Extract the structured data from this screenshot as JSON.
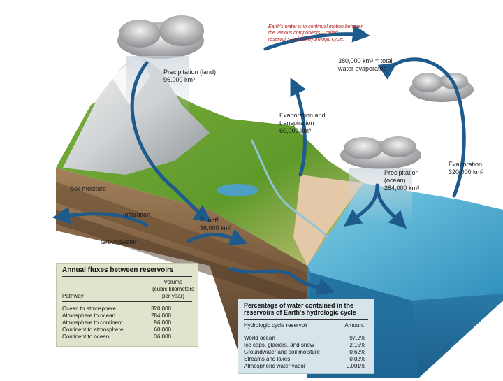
{
  "caption": {
    "line1": "Earth's water is in continual motion between",
    "line2": "the various components—called",
    "line3": "reservoirs—of the hydrologic cycle."
  },
  "labels": {
    "precip_land": {
      "line1": "Precipitation (land)",
      "line2": "96,000 km"
    },
    "total_evap": {
      "line1": "380,000 km",
      "line1_tail": " = total",
      "line2": "water evaporated"
    },
    "evap_transp": {
      "line1": "Evaporation and",
      "line2": "transpiration",
      "line3": "60,000 km"
    },
    "precip_ocean": {
      "line1": "Precipitation",
      "line2": "(ocean)",
      "line3": "284,000 km"
    },
    "evaporation": {
      "line1": "Evaporation",
      "line2": "320,000 km"
    },
    "soil_moisture": "Soil moisture",
    "infiltration": "Infiltration",
    "runoff": {
      "line1": "Runoff",
      "line2": "36,000 km"
    },
    "groundwater": "Groundwater",
    "unit_sup": "3"
  },
  "fluxes_table": {
    "title": "Annual fluxes between reservoirs",
    "col_volume_1": "Volume",
    "col_volume_2": "(cubic kilometers",
    "col_volume_3": "per year)",
    "col_pathway": "Pathway",
    "rows": [
      {
        "pathway": "Ocean to atmosphere",
        "volume": "320,000"
      },
      {
        "pathway": "Atmosphere to ocean",
        "volume": "284,000"
      },
      {
        "pathway": "Atmosphere to continent",
        "volume": "96,000"
      },
      {
        "pathway": "Continent to atmosphere",
        "volume": "60,000"
      },
      {
        "pathway": "Continent to ocean",
        "volume": "36,000"
      }
    ]
  },
  "reservoir_table": {
    "title_line1": "Percentage of water contained in the",
    "title_line2": "reservoirs of Earth's hydrologic cycle",
    "col_reservoir": "Hydrologic cycle reservoir",
    "col_amount": "Amount",
    "rows": [
      {
        "reservoir": "World ocean",
        "amount": "97.2%"
      },
      {
        "reservoir": "Ice caps, glaciers, and snow",
        "amount": "2.15%"
      },
      {
        "reservoir": "Groundwater and soil moisture",
        "amount": "0.62%"
      },
      {
        "reservoir": "Streams and lakes",
        "amount": "0.02%"
      },
      {
        "reservoir": "Atmospheric water vapor",
        "amount": "0.001%"
      }
    ]
  },
  "colors": {
    "arrow": "#1f5a8c",
    "ocean": "#2c8fb8",
    "grass": "#5f9a2c",
    "soil": "#8a6a48",
    "caption": "#b01a1a"
  }
}
